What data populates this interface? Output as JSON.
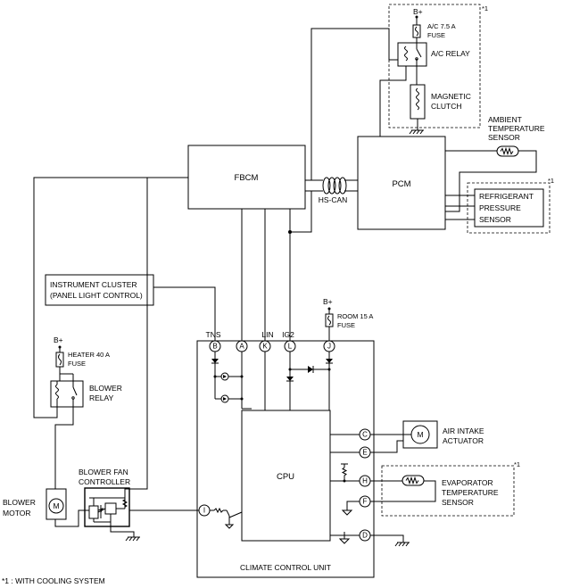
{
  "labels": {
    "fbcm": "FBCM",
    "pcm": "PCM",
    "hs_can": "HS-CAN",
    "b_plus_top": "B+",
    "ac_fuse_1": "A/C 7.5 A",
    "ac_fuse_2": "FUSE",
    "ac_relay": "A/C RELAY",
    "magnetic_1": "MAGNETIC",
    "magnetic_2": "CLUTCH",
    "ambient_1": "AMBIENT",
    "ambient_2": "TEMPERATURE",
    "ambient_3": "SENSOR",
    "refrig_1": "REFRIGERANT",
    "refrig_2": "PRESSURE",
    "refrig_3": "SENSOR",
    "note_mark_top": "*1",
    "note_mark_refrig": "*1",
    "note_mark_evap": "*1",
    "cluster_1": "INSTRUMENT CLUSTER",
    "cluster_2": "(PANEL LIGHT CONTROL)",
    "b_plus_room": "B+",
    "room_fuse_1": "ROOM 15 A",
    "room_fuse_2": "FUSE",
    "tns": "TNS",
    "lin": "LIN",
    "ig2": "IG2",
    "b_plus_heater": "B+",
    "heater_fuse_1": "HEATER 40 A",
    "heater_fuse_2": "FUSE",
    "blower_relay_1": "BLOWER",
    "blower_relay_2": "RELAY",
    "air_intake_1": "AIR INTAKE",
    "air_intake_2": "ACTUATOR",
    "cpu": "CPU",
    "evap_1": "EVAPORATOR",
    "evap_2": "TEMPERATURE",
    "evap_3": "SENSOR",
    "fan_ctrl_1": "BLOWER FAN",
    "fan_ctrl_2": "CONTROLLER",
    "blower_motor_1": "BLOWER",
    "blower_motor_2": "MOTOR",
    "climate_unit": "CLIMATE CONTROL UNIT",
    "footnote": "*1 : WITH COOLING SYSTEM",
    "motor_symbol": "M"
  },
  "pins": {
    "B": "B",
    "A": "A",
    "K": "K",
    "L": "L",
    "J": "J",
    "C": "C",
    "E": "E",
    "H": "H",
    "F": "F",
    "I": "I",
    "D": "D"
  }
}
